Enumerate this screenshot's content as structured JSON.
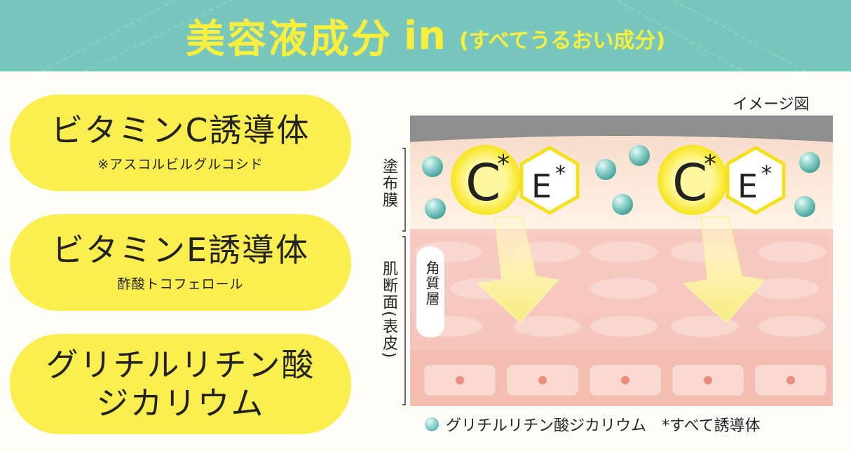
{
  "header": {
    "title": "美容液成分",
    "title_suffix": "in",
    "subtitle": "(すべてうるおい成分)"
  },
  "ingredients": [
    {
      "name": "ビタミンC誘導体",
      "note": "※アスコルビルグルコシド"
    },
    {
      "name": "ビタミンE誘導体",
      "note": "酢酸トコフェロール"
    },
    {
      "name_line1": "グリチルリチン酸",
      "name_line2": "ジカリウム"
    }
  ],
  "diagram": {
    "image_label": "イメージ図",
    "layer_coating": "塗布膜",
    "layer_skin": "肌断面(表皮)",
    "layer_stratum": "角質層",
    "vitamin_c": "C",
    "vitamin_e": "E",
    "asterisk": "*"
  },
  "legend": {
    "glycyrrhizinate": "グリチルリチン酸ジカリウム",
    "derivative_note": "*すべて誘導体"
  },
  "colors": {
    "header_bg": "#78c7bd",
    "title_yellow": "#fbef3d",
    "pill_yellow": "#fbef50",
    "skin_pink": "#f5c7bf",
    "teal_dot": "#5cb8b0"
  }
}
